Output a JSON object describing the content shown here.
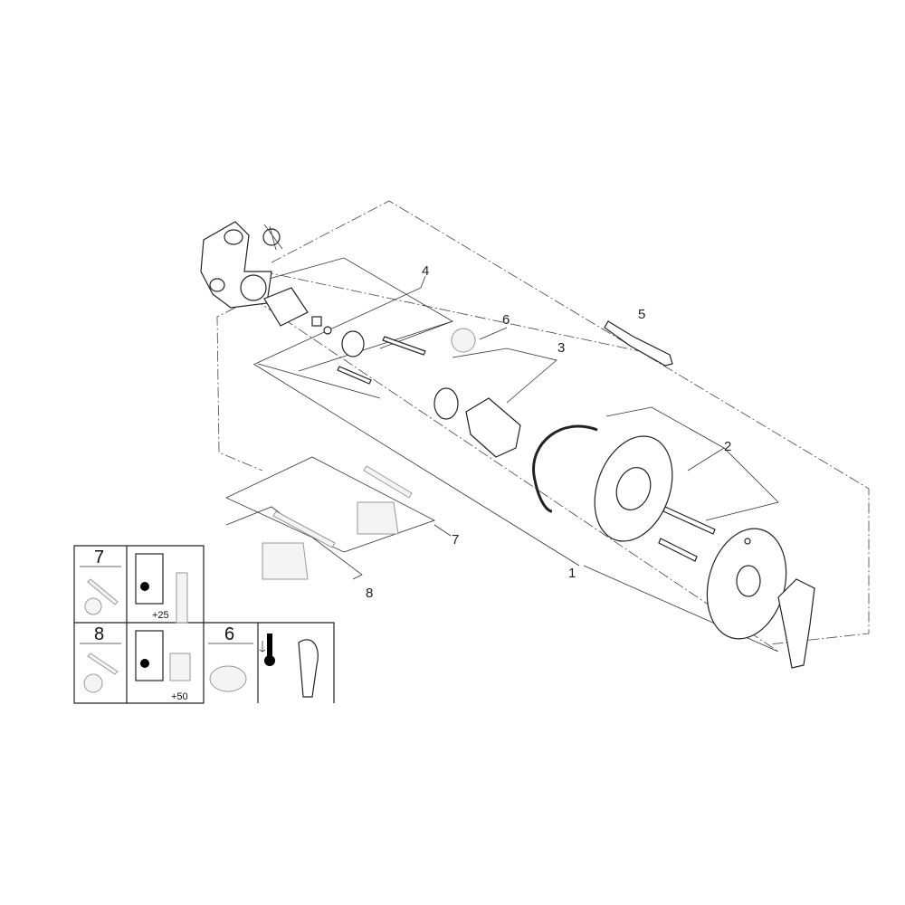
{
  "callouts": {
    "p1": "1",
    "p2": "2",
    "p3": "3",
    "p4": "4",
    "p5": "5",
    "p6": "6",
    "p7": "7",
    "p8": "8"
  },
  "inset": {
    "cell_7": "7",
    "cell_8": "8",
    "cell_6": "6",
    "dim_25": "+25",
    "dim_50": "+50"
  }
}
